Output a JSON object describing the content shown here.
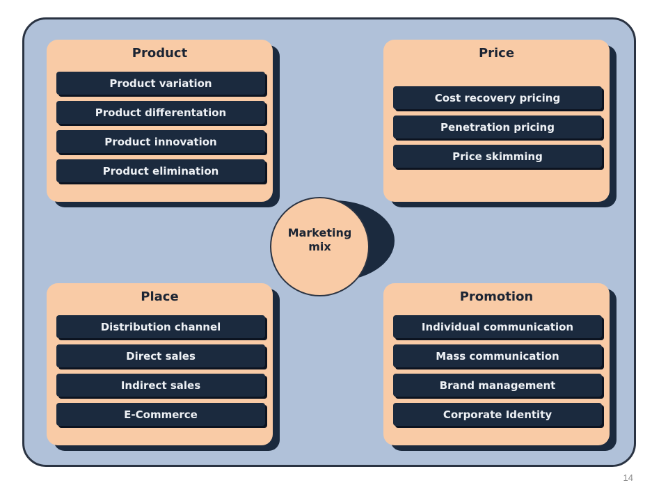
{
  "colors": {
    "background": "#b0c1d9",
    "panel": "#f9cba6",
    "item": "#1b2a3e",
    "hub": "#f9cba6"
  },
  "hub": {
    "label": "Marketing\nmix"
  },
  "panels": {
    "product": {
      "title": "Product",
      "items": [
        "Product variation",
        "Product differentation",
        "Product innovation",
        "Product elimination"
      ]
    },
    "price": {
      "title": "Price",
      "items": [
        "Cost recovery pricing",
        "Penetration pricing",
        "Price skimming"
      ]
    },
    "place": {
      "title": "Place",
      "items": [
        "Distribution channel",
        "Direct sales",
        "Indirect sales",
        "E-Commerce"
      ]
    },
    "promotion": {
      "title": "Promotion",
      "items": [
        "Individual communication",
        "Mass communication",
        "Brand management",
        "Corporate Identity"
      ]
    }
  },
  "page_number": "14"
}
